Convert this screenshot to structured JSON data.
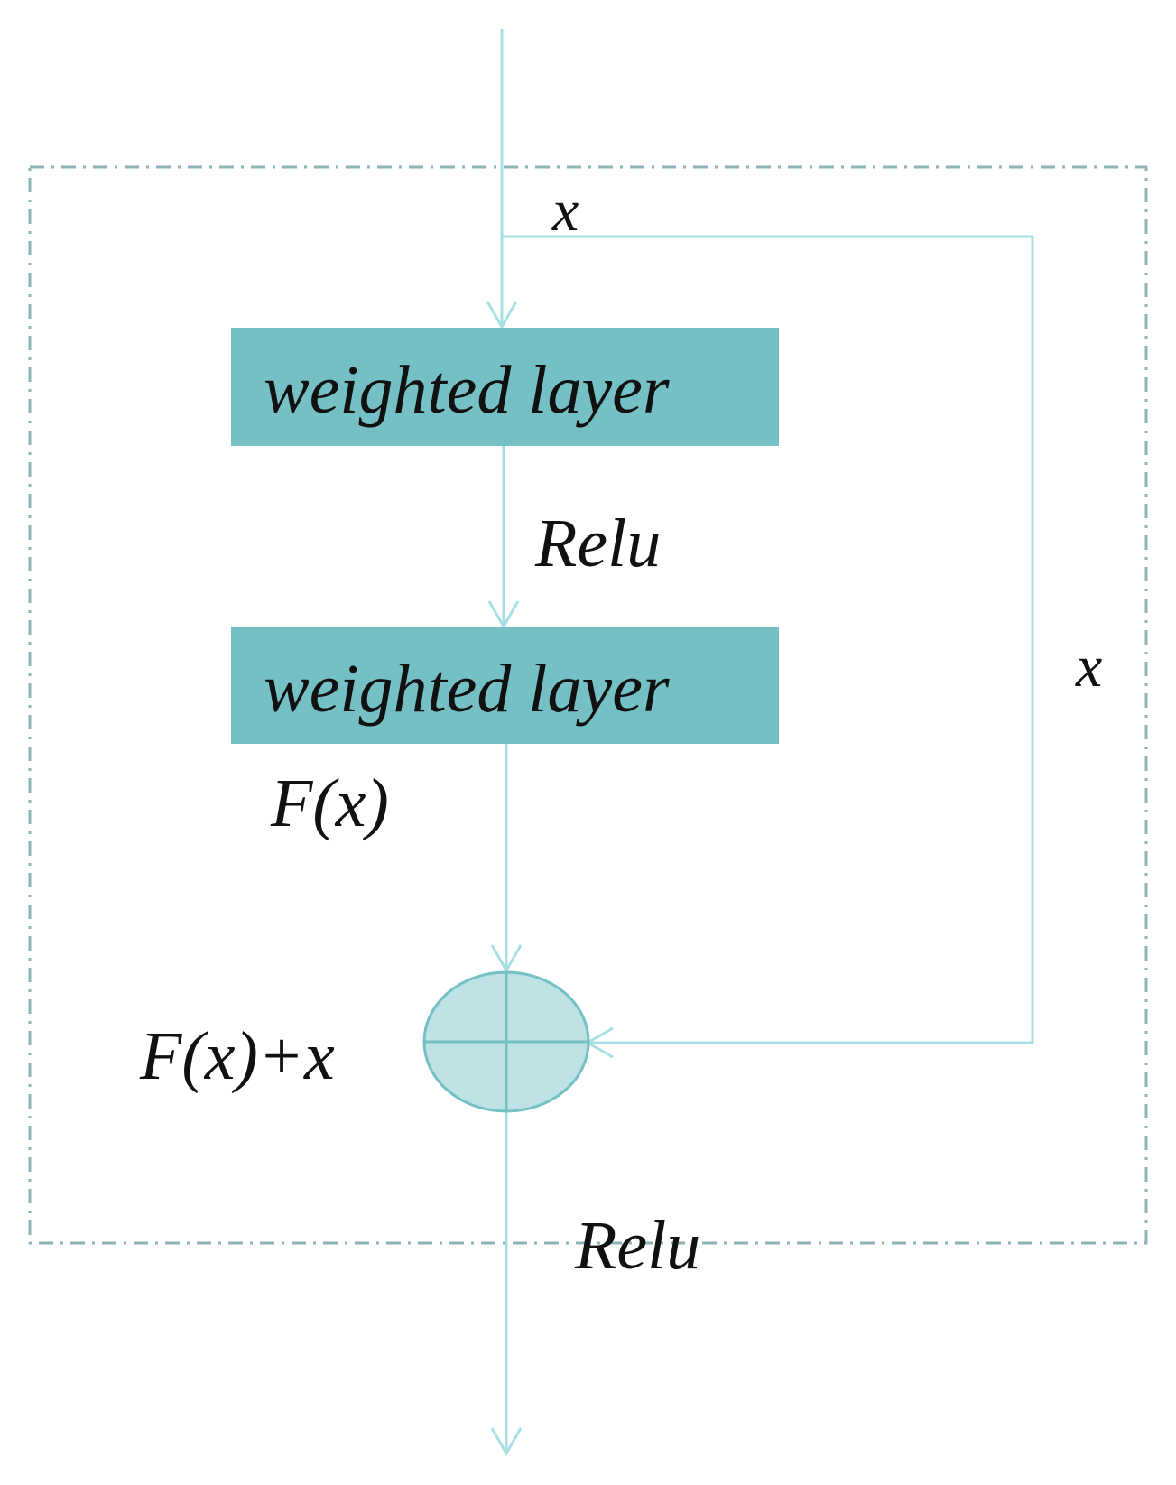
{
  "labels": {
    "input_x": "x",
    "skip_x": "x",
    "relu_1": "Relu",
    "relu_2": "Relu",
    "fx": "F(x)",
    "fx_plus_x": "F(x)+x"
  },
  "blocks": [
    {
      "label": "weighted layer"
    },
    {
      "label": "weighted layer"
    }
  ],
  "colors": {
    "block_fill": "#74c0c5",
    "line": "#a8dfe4",
    "border_dash": "#8fb4b7",
    "sum_fill": "#bfe2e5",
    "sum_stroke": "#74c0c5"
  },
  "icons": {
    "sum_node": "circle-plus-icon"
  }
}
